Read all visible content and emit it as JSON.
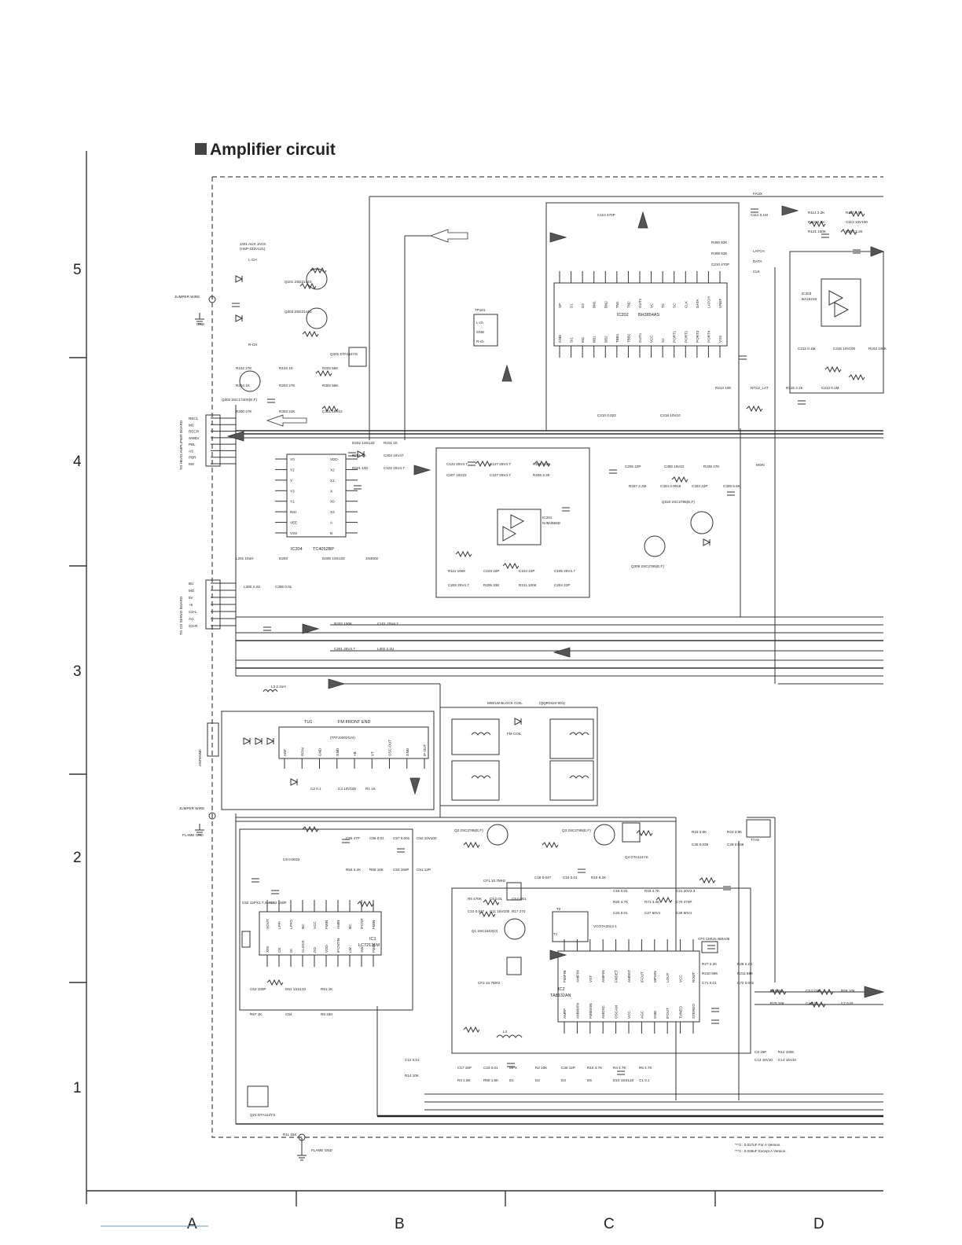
{
  "title": "Amplifier circuit",
  "grid": {
    "rows": [
      "5",
      "4",
      "3",
      "2",
      "1"
    ],
    "cols": [
      "A",
      "B",
      "C",
      "D"
    ]
  },
  "ics": {
    "ic202_ref": "IC202",
    "ic202_part": "BH3854AS",
    "ic202_pins_top": [
      "SP",
      "D1",
      "D2",
      "BN1",
      "BN2",
      "TN1",
      "TN2",
      "OUT2",
      "VC",
      "TC",
      "SC",
      "CLK",
      "DATA",
      "LATCH",
      "VREF"
    ],
    "ic202_pins_bottom": [
      "GND",
      "SI1",
      "IN1",
      "BB1",
      "BB2",
      "TBB1",
      "TBB2",
      "OUT1",
      "VCC",
      "S2",
      "PORT1",
      "PORT2",
      "PORT3",
      "PORT4",
      "VSS"
    ],
    "ic204_ref": "IC204",
    "ic204_part": "TC4052BP",
    "ic204_pins_left": [
      "Y0",
      "Y2",
      "Y",
      "Y3",
      "Y1",
      "INH",
      "VEE",
      "VSS"
    ],
    "ic204_pins_right": [
      "VDD",
      "X2",
      "X1",
      "X",
      "X0",
      "X3",
      "A",
      "B"
    ],
    "ic201_ref": "IC201",
    "ic201_part": "NJM4558D",
    "ic1_ref": "IC1",
    "ic1_part": "LC72131M",
    "ic1_pins_top": [
      "XOUT",
      "LPFI",
      "LPFO",
      "NC",
      "VCC",
      "FMIN",
      "AMIN",
      "NC",
      "IFCNT",
      "FMIN"
    ],
    "ic1_pins_bottom": [
      "XIN",
      "CE",
      "DI",
      "CLOCK",
      "DO",
      "VDD",
      "IFCNTIN",
      "LW",
      "SW",
      "FMIN"
    ],
    "ic2_ref": "IC2",
    "ic2_part": "TA8132AN",
    "ic2_pins_top": [
      "FMIFIN",
      "AMIFIN",
      "VST",
      "AMIFIN",
      "FMDET",
      "AMDET",
      "IFOUT",
      "MPXIN",
      "LOUT",
      "VCC",
      "ROUT"
    ],
    "ic2_pins_bottom": [
      "AMRF",
      "AMMIXIN",
      "FMMIXIN",
      "AMOSC",
      "OSCAM",
      "VCC",
      "AGC",
      "GND",
      "IFOUT",
      "TUNED",
      "STEREO"
    ],
    "ic203_ref": "IC203",
    "ic203_part": "BA15218"
  },
  "transistors": {
    "q101": "Q101 2SD2144S",
    "q203": "Q203 2SD2144S",
    "q201": "Q201 DTA114YS",
    "q202": "Q202 2SC1740S(E,F)",
    "q310": "Q310 2SC2785(E,F)",
    "q309": "Q309 2SC2785(E,F)",
    "q2": "Q2 2SC2785(E,F)",
    "q3": "Q3 2SC2785(E,F)",
    "q4": "Q4 DTA114YS",
    "q1": "Q1 2SC1923(O)",
    "q21": "Q21 DTA114YS"
  },
  "connectors": {
    "j301": "J301 AUX JACK",
    "j301_part": "(HSP-222V121)",
    "jumper_wire_top": "JUMPER WIRE",
    "jumper_wire_mid": "JUMPER WIRE",
    "gnd": "GND",
    "flame_gnd_mid": "FLAME GND",
    "flame_gnd_bottom": "FLAME GND",
    "to_head_amp": "TO HEAD AMPLIFIER BOARD",
    "to_cd_servo": "TO CD SERVO BOARD",
    "tp101": "TP101",
    "tp101_pins": [
      "L-ch",
      "GND",
      "R-ch"
    ],
    "antenna": "ANTENNA",
    "cn_head_pins": [
      "RECL",
      "MC",
      "RECR",
      "SWBV",
      "PBL",
      "AS",
      "PBR",
      "MS"
    ],
    "cn_cd_pins": [
      "BU",
      "MD",
      "5V",
      "+5",
      "CD-L",
      "AG",
      "CD-R"
    ],
    "aux": "FAUX",
    "latch": "LATCH",
    "data": "DATA",
    "clk": "CLK",
    "mon": "MON",
    "lch": "L-CH",
    "rch": "R-CH"
  },
  "blocks": {
    "tu1": "TU1",
    "tu1_name": "FM FRONT END",
    "tu1_part": "(TFFJ4002GAI)",
    "tu1_pins": [
      "ANT",
      "RFIN",
      "GND",
      "GND",
      "+B",
      "VT",
      "OSC-OUT",
      "GND",
      "IF-OUT"
    ],
    "mw_block": "MW/LW BLOCK COIL",
    "mw_block_part": "(QQR0424-001)",
    "fm_coil": "FM COIL",
    "cf1": "CF1 10.7MHz",
    "cf2": "CF2 10.7MHz",
    "cf4": "CF4 CMU5-450A05",
    "t1": "T1",
    "t2": "T2",
    "l4": "L4",
    "l3": "L3 2.2uH",
    "t7": "T7A5",
    "t7_part": "VCO7A2013-1"
  },
  "component_labels_top": [
    "R102 27K",
    "R104 1K",
    "R202 56K",
    "R204 1K",
    "R203 27K",
    "R302 56K",
    "R200 47K",
    "R303 22K",
    "C301 16V10",
    "D202 1SS133",
    "R101 1K",
    "R201 1K",
    "C203 16V47",
    "R241 100",
    "C102 25V4.7",
    "C122 25V4.7",
    "C127 25V4.7",
    "R108 3.3K",
    "C207 16V22",
    "C227 25V4.7",
    "R206 3.3K",
    "L201 10uH",
    "D204",
    "D205 1SS133",
    "1N4002",
    "R111 100K",
    "C103 22P",
    "C104 22P",
    "C105 25V4.7",
    "C202 25V4.7",
    "R205 33K",
    "R211 100K",
    "C204 22P",
    "C205 22P",
    "C300 16V22",
    "R238 47K",
    "R337 2.2M",
    "C324 0.0018",
    "C323 22P",
    "C329 5.6K",
    "C110 470P",
    "C111 0.1M",
    "R114 2.2K",
    "R117 7.5K",
    "R115 2.2K",
    "C113 10V100",
    "R121 150K",
    "R307 2.2K",
    "R300 82K",
    "R309 82K",
    "C210 470P",
    "C210 0.022",
    "C218 10V10",
    "R213 10K",
    "NTC2_LAT",
    "R215 2.2K",
    "C213 0.1M",
    "C212 0.1M",
    "C216 10V100",
    "R103 100K",
    "R202 100K",
    "C101 25V4.7",
    "C201 25V4.7",
    "L302 2.2U",
    "L300 2.2U",
    "C306 0.01"
  ],
  "component_labels_bottom": [
    "C2 0.1",
    "C3 10V100",
    "R1 1K",
    "C8 0.0033",
    "C55 47P",
    "C56 0.01",
    "C57 0.001",
    "C52 10V100",
    "R54 2.2K",
    "R55 10K",
    "C53 150P",
    "C51 12P",
    "C52 12P",
    "X1 7.2MHz",
    "C62 150P",
    "C63 100P",
    "D61 1SS133",
    "R51 1K",
    "R57 1K",
    "C64",
    "R8 330",
    "R6 470K",
    "C5 0.01",
    "C6 0.001",
    "C10 0.047",
    "C11 16V100",
    "R17 270",
    "C18 0.047",
    "C19 0.01",
    "R19 8.2K",
    "C15 0.01",
    "R18 4.7K",
    "C21 20V3.3",
    "R20 4.7K",
    "R71 3.3K",
    "C70 470P",
    "C22 0.01",
    "C27 50V1",
    "C28 50V1",
    "R23 3.9K",
    "R22 3.9K",
    "C26 0.039",
    "C29 0.039",
    "R27 2.2K",
    "R28 2.2K",
    "R210 68K",
    "R211 68K",
    "C71 0.01",
    "C72 0.001",
    "R15 1K",
    "C9 0.022",
    "R59 10K",
    "R70 10K",
    "C4 0.01",
    "C7 0.01",
    "C8 15P",
    "R12 100K",
    "C13 16V10",
    "C14 16V10",
    "R11 15K",
    "C12 0.01",
    "R14 10K",
    "C17 15P",
    "C23 0.01",
    "MPX",
    "R2 10K",
    "C30 12P",
    "R10 4.7K",
    "R4 4.7K",
    "R5 4.7K",
    "R3 1.5K",
    "R50 1.5K",
    "D1",
    "D2",
    "D3",
    "D5",
    "D10 1SS133",
    "C1 0.1"
  ],
  "notes": [
    "***2 : 0.027uF For A Version.",
    "***2 : 0.039uF Except A Version."
  ]
}
